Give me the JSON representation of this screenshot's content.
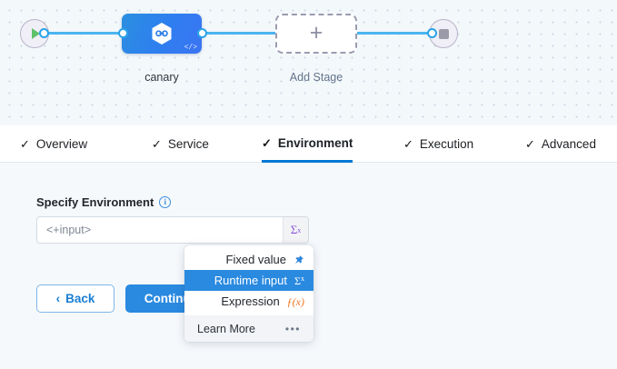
{
  "canvas": {
    "start_node": {
      "name": "start-node",
      "icon": "play-icon"
    },
    "end_node": {
      "name": "end-node",
      "icon": "stop-icon"
    },
    "stage": {
      "label": "canary",
      "icon": "harness-hexagon-icon",
      "badge_icon": "code-icon"
    },
    "add_stage": {
      "label": "Add Stage",
      "icon": "plus-icon"
    }
  },
  "tabs": [
    {
      "label": "Overview",
      "check": "✓",
      "active": false
    },
    {
      "label": "Service",
      "check": "✓",
      "active": false
    },
    {
      "label": "Environment",
      "check": "✓",
      "active": true
    },
    {
      "label": "Execution",
      "check": "✓",
      "active": false
    },
    {
      "label": "Advanced",
      "check": "✓",
      "active": false
    }
  ],
  "form": {
    "field_label": "Specify Environment",
    "info_icon": "i",
    "input_value": "<+input>",
    "input_placeholder": "<+input>",
    "sigma_button": "Σ",
    "sigma_button_sup": "x"
  },
  "buttons": {
    "back": "Back",
    "back_icon": "‹",
    "continue": "Continue"
  },
  "dropdown": {
    "items": [
      {
        "label": "Fixed value",
        "icon": "pin-icon",
        "glyph": "📌",
        "selected": false
      },
      {
        "label": "Runtime input",
        "icon": "sigma-icon",
        "glyph": "Σ",
        "selected": true
      },
      {
        "label": "Expression",
        "icon": "function-icon",
        "glyph": "ƒ(x)",
        "selected": false
      }
    ],
    "footer": {
      "label": "Learn More",
      "more_icon": "•••"
    }
  },
  "colors": {
    "accent_blue": "#2a8ae0",
    "tab_active_underline": "#0278d5",
    "edge_blue": "#4ab4ef",
    "sigma_purple": "#8a55d6",
    "expression_orange": "#ef7522",
    "canvas_bg": "#f3f8fb",
    "form_bg": "#f6f9fc"
  }
}
